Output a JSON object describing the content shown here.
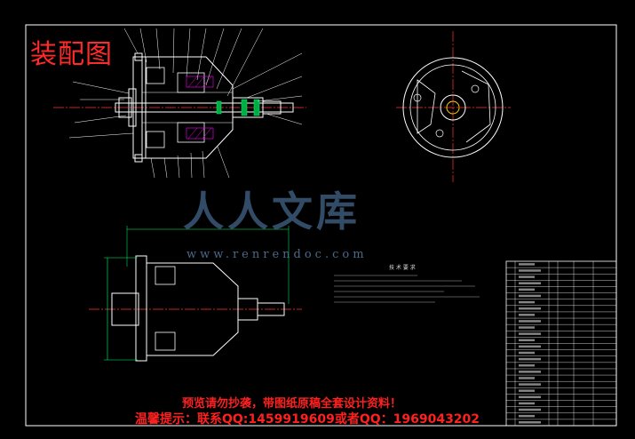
{
  "drawing_title": "装配图",
  "watermark": {
    "brand": "人人文库",
    "url": "www.renrendoc.com"
  },
  "technical_requirements": {
    "title": "技 术 要 求"
  },
  "footer": {
    "line1": "预览请勿抄袭，带图纸原稿全套设计资料！",
    "line2": "温馨提示：联系QQ:1459919609或者QQ：1969043202"
  },
  "colors": {
    "drawing_title": "#ff2a2a",
    "footer_text": "#ff2020",
    "border": "#ffffff",
    "center_lines": "#ff3333",
    "dimensions": "#00ff66",
    "hatching": "#ff00ff",
    "watermark": "#3b5a7a"
  }
}
